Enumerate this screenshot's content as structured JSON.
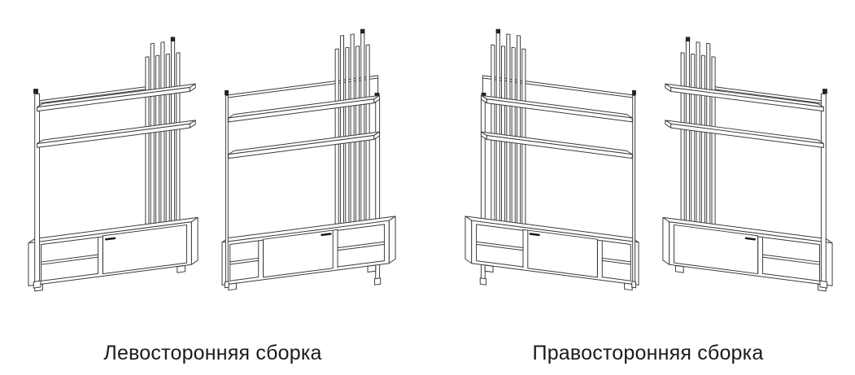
{
  "page": {
    "background": "#ffffff"
  },
  "colors": {
    "line": "#3a3a3a",
    "accent_marks": "#222222",
    "text": "#1b1b1b"
  },
  "groups": [
    {
      "id": "left-assembly",
      "label": "Левосторонняя сборка",
      "figures": [
        {
          "name": "left-assembly-view-1"
        },
        {
          "name": "left-assembly-view-2"
        }
      ]
    },
    {
      "id": "right-assembly",
      "label": "Правосторонняя сборка",
      "figures": [
        {
          "name": "right-assembly-view-1"
        },
        {
          "name": "right-assembly-view-2"
        }
      ]
    }
  ]
}
